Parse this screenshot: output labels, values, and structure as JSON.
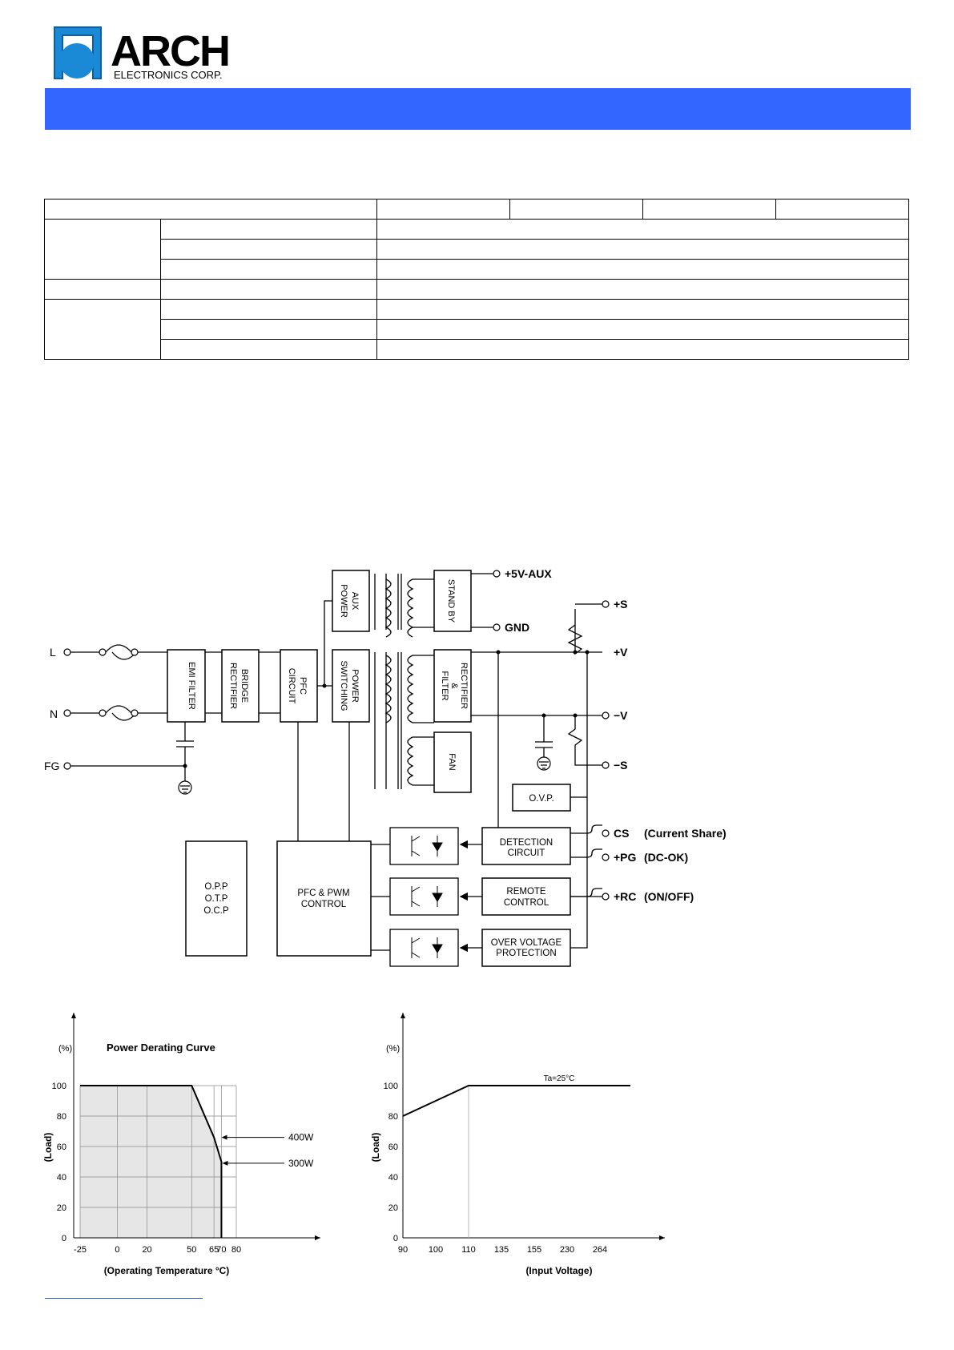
{
  "logo": {
    "wordmark": "ARCH",
    "subtitle": "ELECTRONICS CORP."
  },
  "block_diagram": {
    "inputs": {
      "line": "L",
      "neutral": "N",
      "frame_ground": "FG"
    },
    "blocks": {
      "emi_filter": "EMI FILTER",
      "bridge_rectifier": [
        "BRIDGE",
        "RECTIFIER"
      ],
      "pfc_circuit": [
        "PFC",
        "CIRCUIT"
      ],
      "aux_power": [
        "AUX",
        "POWER"
      ],
      "stand_by": "STAND BY",
      "power_switching": [
        "POWER",
        "SWITCHING"
      ],
      "rectifier_filter": [
        "RECTIFIER",
        "&",
        "FILTER"
      ],
      "fan": "FAN",
      "ovp": "O.V.P.",
      "detection_circuit": [
        "DETECTION",
        "CIRCUIT"
      ],
      "remote_control": [
        "REMOTE",
        "CONTROL"
      ],
      "over_voltage_protection": [
        "OVER VOLTAGE",
        "PROTECTION"
      ],
      "pfc_pwm_control": [
        "PFC & PWM",
        "CONTROL"
      ],
      "protections": [
        "O.P.P",
        "O.T.P",
        "O.C.P"
      ]
    },
    "outputs": {
      "aux_5v": "+5V-AUX",
      "gnd": "GND",
      "plus_s": "+S",
      "plus_v": "+V",
      "minus_v": "−V",
      "minus_s": "−S",
      "cs": "CS",
      "cs_note": "(Current Share)",
      "pg": "+PG",
      "pg_note": "(DC-OK)",
      "rc": "+RC",
      "rc_note": "(ON/OFF)"
    }
  },
  "chart_data": [
    {
      "type": "line",
      "title": "Power Derating Curve",
      "unit_label": "(%)",
      "ylabel": "(Load)",
      "xlabel": "(Operating Temperature °C)",
      "x_ticks": [
        "-25",
        "0",
        "20",
        "50",
        "65",
        "70",
        "80"
      ],
      "x_tick_values": [
        -25,
        0,
        20,
        50,
        65,
        70,
        80
      ],
      "y_ticks": [
        "0",
        "20",
        "40",
        "60",
        "80",
        "100"
      ],
      "y_tick_values": [
        0,
        20,
        40,
        60,
        80,
        100
      ],
      "ylim": [
        0,
        100
      ],
      "xlim": [
        -25,
        80
      ],
      "grid": true,
      "shaded_region": true,
      "series": [
        {
          "points": [
            [
              -25,
              100
            ],
            [
              50,
              100
            ],
            [
              65,
              66
            ],
            [
              70,
              50
            ],
            [
              70,
              0
            ]
          ]
        }
      ],
      "annotations": [
        {
          "text": "400W",
          "x": 69.5,
          "y": 66
        },
        {
          "text": "300W",
          "x": 70,
          "y": 49
        }
      ]
    },
    {
      "type": "line",
      "title": "",
      "unit_label": "(%)",
      "ylabel": "(Load)",
      "xlabel": "(Input Voltage)",
      "x_ticks": [
        "90",
        "100",
        "110",
        "135",
        "155",
        "230",
        "264"
      ],
      "y_ticks": [
        "0",
        "20",
        "40",
        "60",
        "80",
        "100"
      ],
      "y_tick_values": [
        0,
        20,
        40,
        60,
        80,
        100
      ],
      "ylim": [
        0,
        100
      ],
      "grid": false,
      "series": [
        {
          "name": "Ta=25°C",
          "x": [
            "90",
            "100",
            "110",
            "135",
            "155",
            "230",
            "264"
          ],
          "values": [
            80,
            90,
            100,
            100,
            100,
            100,
            100
          ]
        }
      ]
    }
  ]
}
